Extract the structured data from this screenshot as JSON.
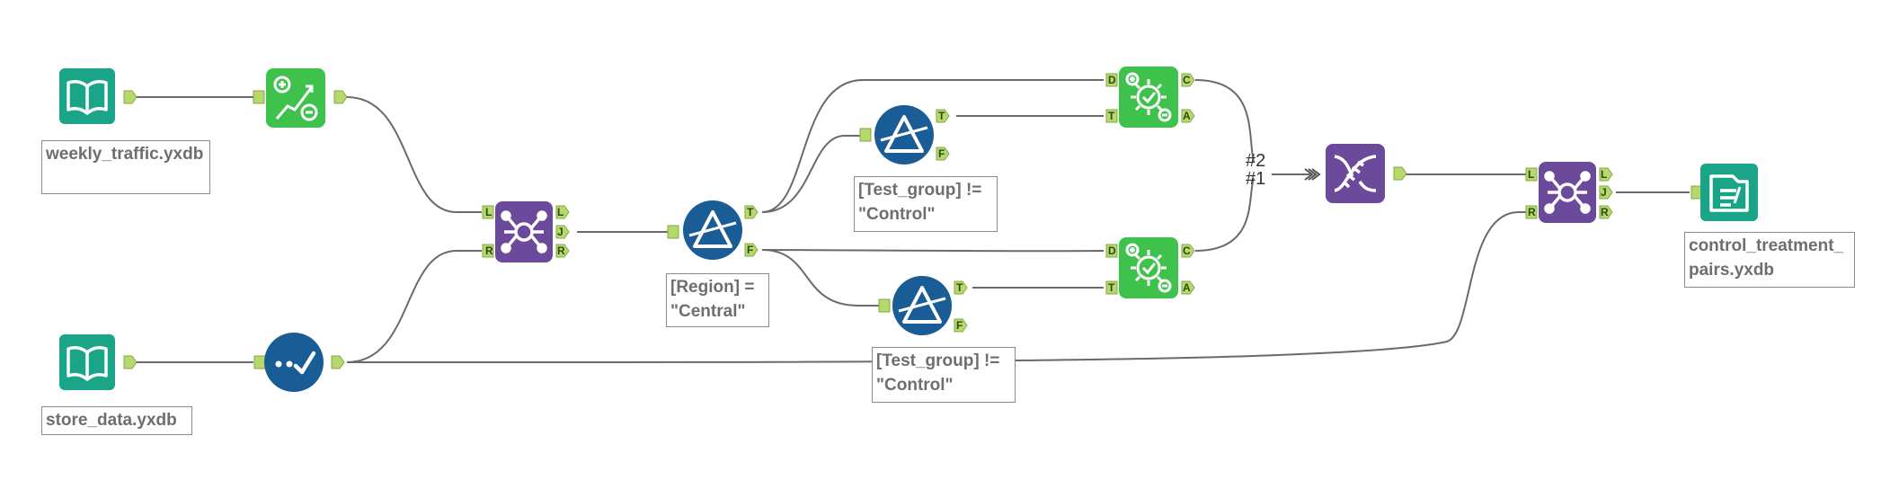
{
  "canvas": {
    "background": "#ffffff",
    "connection_color": "#6a6a6a",
    "anchor_color": "#b5d96a"
  },
  "tools": [
    {
      "id": "input-weekly",
      "kind": "input",
      "icon": "open-book-icon",
      "color": "#1aa589"
    },
    {
      "id": "formula",
      "kind": "formula",
      "icon": "formula-icon",
      "color": "#3ec24c"
    },
    {
      "id": "input-store",
      "kind": "input",
      "icon": "open-book-icon",
      "color": "#1aa589"
    },
    {
      "id": "select",
      "kind": "select",
      "icon": "checkmark-icon",
      "color": "#1a5c96"
    },
    {
      "id": "join-1",
      "kind": "join",
      "icon": "join-icon",
      "color": "#6b4a9b"
    },
    {
      "id": "filter-region",
      "kind": "filter",
      "icon": "filter-icon",
      "color": "#1a5c96"
    },
    {
      "id": "filter-test-top",
      "kind": "filter",
      "icon": "filter-icon",
      "color": "#1a5c96"
    },
    {
      "id": "filter-test-bottom",
      "kind": "filter",
      "icon": "filter-icon",
      "color": "#1a5c96"
    },
    {
      "id": "ab-controls-top",
      "kind": "ab-controls",
      "icon": "ab-gear-icon",
      "color": "#3ec24c"
    },
    {
      "id": "ab-controls-bottom",
      "kind": "ab-controls",
      "icon": "ab-gear-icon",
      "color": "#3ec24c"
    },
    {
      "id": "union-dna",
      "kind": "dna",
      "icon": "dna-icon",
      "color": "#6b4a9b"
    },
    {
      "id": "join-2",
      "kind": "join",
      "icon": "join-icon",
      "color": "#6b4a9b"
    },
    {
      "id": "output",
      "kind": "output",
      "icon": "output-icon",
      "color": "#1aa589"
    }
  ],
  "annotations": {
    "weekly_traffic": "weekly_traffic.yxdb",
    "store_data": "store_data.yxdb",
    "filter_region": "[Region] = \"Central\"",
    "filter_test_top": "[Test_group] != \"Control\"",
    "filter_test_bottom": "[Test_group] != \"Control\"",
    "output_file": "control_treatment_pairs.yxdb"
  },
  "connection_labels": {
    "wireless_top": "#2",
    "wireless_bottom": "#1"
  },
  "port_labels": {
    "join_left": "L",
    "join_right": "R",
    "join_out_left": "L",
    "join_out_join": "J",
    "join_out_right": "R",
    "filter_true": "T",
    "filter_false": "F",
    "ab_distribution": "D",
    "ab_treatment": "T",
    "ab_control": "C",
    "ab_all": "A"
  }
}
